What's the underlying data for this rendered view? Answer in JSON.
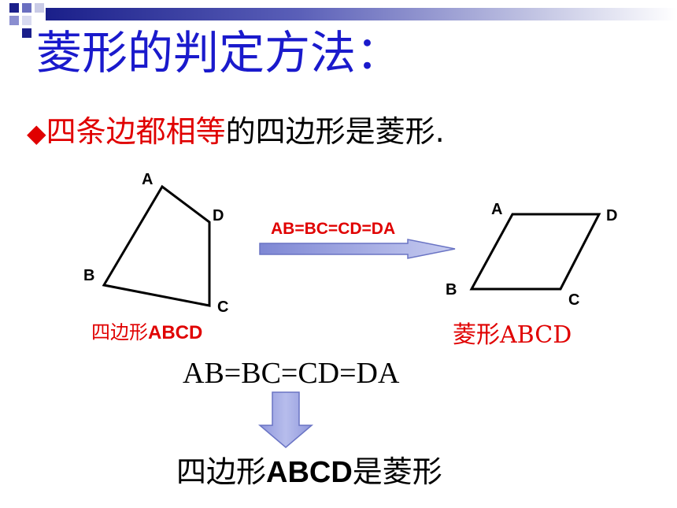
{
  "slide": {
    "title": "菱形的判定方法：",
    "bullet_red": "四条边都相等",
    "bullet_black": "的四边形是菱形.",
    "arrow_label": "AB=BC=CD=DA",
    "left_caption_cn": "四边形",
    "left_caption_latin": "ABCD",
    "right_caption": "菱形ABCD",
    "equation": "AB=BC=CD=DA",
    "conclusion_pre": "四边形",
    "conclusion_latin": "ABCD",
    "conclusion_post": "是菱形"
  },
  "quadrilateral": {
    "A": "A",
    "B": "B",
    "C": "C",
    "D": "D"
  },
  "rhombus": {
    "A": "A",
    "B": "B",
    "C": "C",
    "D": "D"
  },
  "colors": {
    "title": "#1a1acc",
    "emphasis": "#e00000",
    "arrow_fill": "#a9b1e6",
    "arrow_stroke": "#6a74c4",
    "header_bar_dark": "#1a1f8a"
  },
  "icons": {
    "bullet": "diamond-bullet-icon"
  }
}
